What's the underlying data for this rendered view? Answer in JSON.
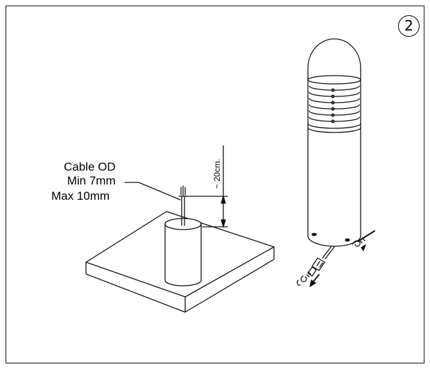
{
  "step_number": "2",
  "cable_label": {
    "line1": "Cable OD",
    "line2": "Min 7mm",
    "line3": "Max 10mm"
  },
  "dimension_label": "~ 20cm.",
  "colors": {
    "line": "#111111",
    "background": "#ffffff"
  }
}
